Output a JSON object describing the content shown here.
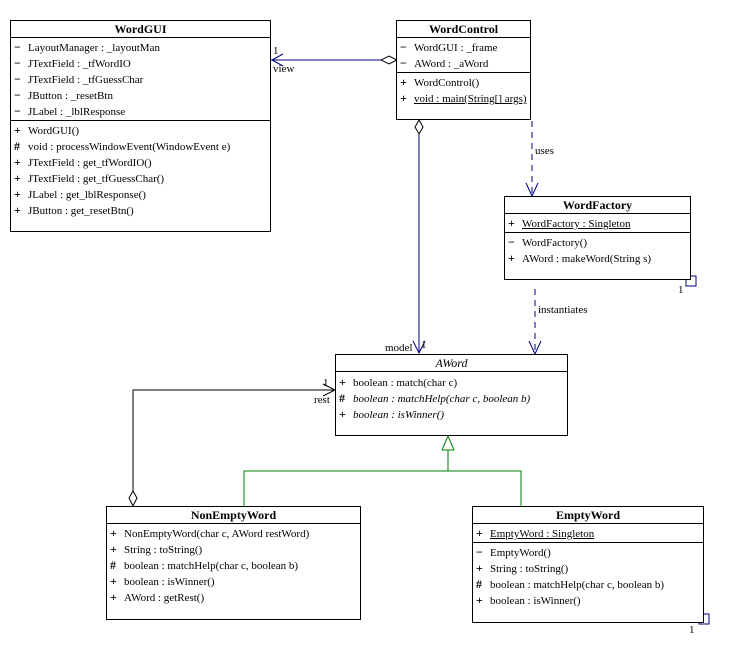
{
  "classes": {
    "wordgui": {
      "name": "WordGUI",
      "attributes": [
        {
          "vis": "−",
          "text": "LayoutManager : _layoutMan"
        },
        {
          "vis": "−",
          "text": "JTextField : _tfWordIO"
        },
        {
          "vis": "−",
          "text": "JTextField : _tfGuessChar"
        },
        {
          "vis": "−",
          "text": "JButton : _resetBtn"
        },
        {
          "vis": "−",
          "text": "JLabel : _lblResponse"
        }
      ],
      "methods": [
        {
          "vis": "+",
          "text": "WordGUI()"
        },
        {
          "vis": "#",
          "text": "void : processWindowEvent(WindowEvent e)"
        },
        {
          "vis": "+",
          "text": "JTextField : get_tfWordIO()"
        },
        {
          "vis": "+",
          "text": "JTextField : get_tfGuessChar()"
        },
        {
          "vis": "+",
          "text": "JLabel : get_lblResponse()"
        },
        {
          "vis": "+",
          "text": "JButton : get_resetBtn()"
        }
      ]
    },
    "wordcontrol": {
      "name": "WordControl",
      "attributes": [
        {
          "vis": "−",
          "text": "WordGUI : _frame"
        },
        {
          "vis": "−",
          "text": "AWord : _aWord"
        }
      ],
      "methods": [
        {
          "vis": "+",
          "text": "WordControl()"
        },
        {
          "vis": "+",
          "text": "void : main(String[] args)",
          "underline": true
        }
      ]
    },
    "wordfactory": {
      "name": "WordFactory",
      "attributes": [
        {
          "vis": "+",
          "text": "WordFactory : Singleton",
          "underline": true
        }
      ],
      "methods": [
        {
          "vis": "−",
          "text": "WordFactory()"
        },
        {
          "vis": "+",
          "text": "AWord : makeWord(String s)"
        }
      ]
    },
    "aword": {
      "name": "AWord",
      "methods": [
        {
          "vis": "+",
          "text": "boolean : match(char c)"
        },
        {
          "vis": "#",
          "text": "boolean : matchHelp(char c, boolean b)",
          "italic": true
        },
        {
          "vis": "+",
          "text": "boolean : isWinner()",
          "italic": true
        }
      ]
    },
    "nonemptyword": {
      "name": "NonEmptyWord",
      "methods": [
        {
          "vis": "+",
          "text": "NonEmptyWord(char c, AWord restWord)"
        },
        {
          "vis": "+",
          "text": "String : toString()"
        },
        {
          "vis": "#",
          "text": "boolean : matchHelp(char c, boolean b)"
        },
        {
          "vis": "+",
          "text": "boolean : isWinner()"
        },
        {
          "vis": "+",
          "text": "AWord : getRest()"
        }
      ]
    },
    "emptyword": {
      "name": "EmptyWord",
      "attributes": [
        {
          "vis": "+",
          "text": "EmptyWord : Singleton",
          "underline": true
        }
      ],
      "methods": [
        {
          "vis": "−",
          "text": "EmptyWord()"
        },
        {
          "vis": "+",
          "text": "String : toString()"
        },
        {
          "vis": "#",
          "text": "boolean : matchHelp(char c, boolean b)"
        },
        {
          "vis": "+",
          "text": "boolean : isWinner()"
        }
      ]
    }
  },
  "labels": {
    "view_mult": "1",
    "view_role": "view",
    "uses": "uses",
    "instantiates": "instantiates",
    "model_role": "model",
    "model_mult": "1",
    "rest_mult": "1",
    "rest_role": "rest",
    "factory_mult": "1",
    "empty_mult": "1"
  },
  "colors": {
    "association": "#000080",
    "inheritance": "#008000",
    "line": "#000000"
  }
}
